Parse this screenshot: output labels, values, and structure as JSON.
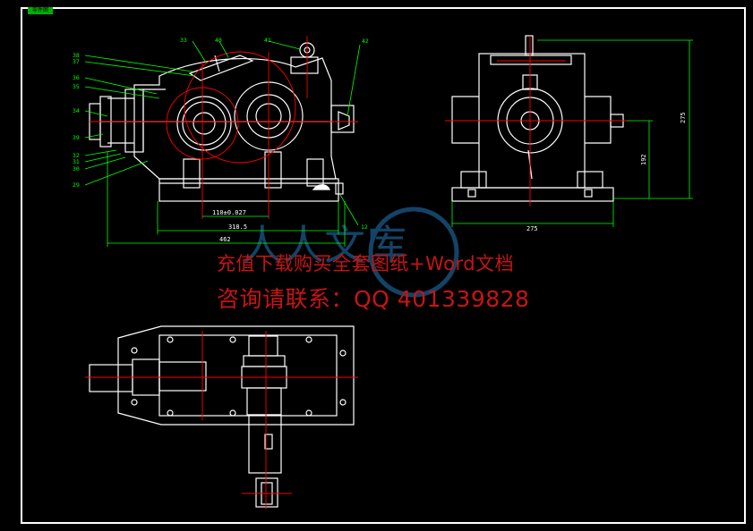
{
  "drawing_tag": "零件图",
  "balloons": {
    "n33": "33",
    "n40": "40",
    "n41": "41",
    "n42": "42",
    "n38": "38",
    "n37": "37",
    "n36": "36",
    "n35": "35",
    "n34": "34",
    "n39": "39",
    "n32": "32",
    "n31": "31",
    "n30": "30",
    "n29": "29",
    "n12": "12"
  },
  "dims": {
    "d110": "110±0.027",
    "d318": "318.5",
    "d462": "462",
    "d275h": "275",
    "d275v": "275",
    "d192": "192"
  },
  "watermark": {
    "line1": "充值下载购买全套图纸+Word文档",
    "line2": "咨询请联系：QQ 401339828",
    "logo_text": "人人文库"
  },
  "colors": {
    "background": "#000000",
    "outline": "#ffffff",
    "leaders": "#00ff00",
    "centerlines": "#ff0000",
    "watermark": "#c81414",
    "logo": "#1a5a8a"
  }
}
